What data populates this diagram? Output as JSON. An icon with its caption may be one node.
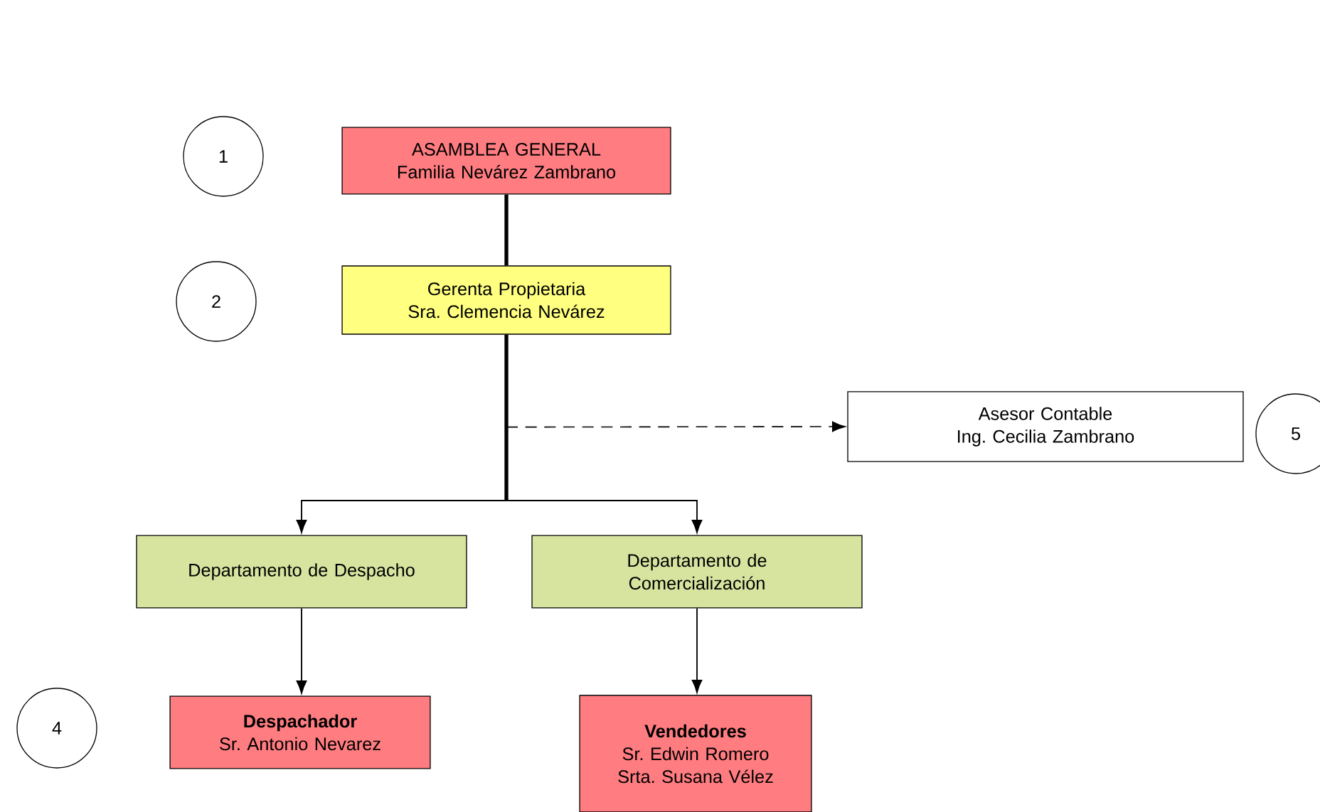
{
  "diagram": {
    "nodes": [
      {
        "text": [
          "1"
        ]
      },
      {
        "text": [
          "ASAMBLEA GENERAL",
          "Familia Nevárez Zambrano"
        ]
      },
      {
        "text": [
          "2"
        ]
      },
      {
        "text": [
          "Gerenta Propietaria",
          "Sra. Clemencia Nevárez"
        ]
      },
      {
        "text": [
          "Asesor Contable",
          "Ing. Cecilia Zambrano"
        ]
      },
      {
        "text": [
          "5"
        ]
      },
      {
        "text": [
          "Departamento de Despacho"
        ]
      },
      {
        "text": [
          "Departamento de Comercialización"
        ]
      },
      {
        "text": [
          "4"
        ]
      },
      {
        "text": [
          "Despachador",
          "Sr. Antonio Nevarez"
        ]
      },
      {
        "text": [
          "Vendedores",
          "Sr. Edwin Romero",
          "Srta. Susana Vélez"
        ]
      }
    ],
    "edges": [
      {
        "from": 1,
        "to": 3,
        "arrow": "none",
        "style": "thick"
      },
      {
        "from": 3,
        "to": 4,
        "arrow": "to",
        "style": "dashed"
      },
      {
        "from": 3,
        "to": 6,
        "arrow": "to"
      },
      {
        "from": 3,
        "to": 7,
        "arrow": "to"
      },
      {
        "from": 6,
        "to": 9,
        "arrow": "to"
      },
      {
        "from": 7,
        "to": 10,
        "arrow": "to"
      }
    ]
  }
}
